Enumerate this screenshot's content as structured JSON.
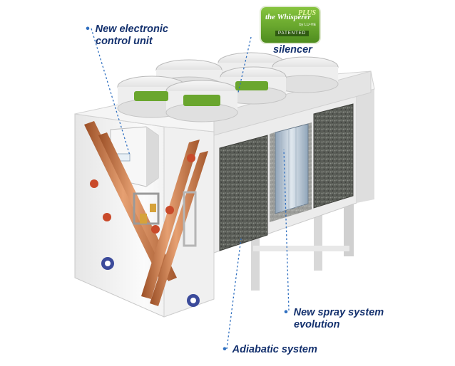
{
  "colors": {
    "callout_text": "#14316e",
    "dot": "#2f6fc0",
    "badge_green": "#5a9a26",
    "badge_dark": "#2f5a12",
    "copper": "#c9794a",
    "frame": "#f2f2f2",
    "pad": "#5d605a"
  },
  "labels": {
    "control_unit_line1": "New electronic",
    "control_unit_line2": "control unit",
    "silencer": "silencer",
    "spray_line1": "New spray system",
    "spray_line2": "evolution",
    "adiabatic": "Adiabatic system"
  },
  "badge": {
    "brand": "the Whisperer",
    "plus": "PLUS",
    "maker": "by LU-VE",
    "patented": "PATENTED"
  },
  "icons": {
    "bullet": "dot-icon",
    "logo": "luve-swirl-icon"
  }
}
